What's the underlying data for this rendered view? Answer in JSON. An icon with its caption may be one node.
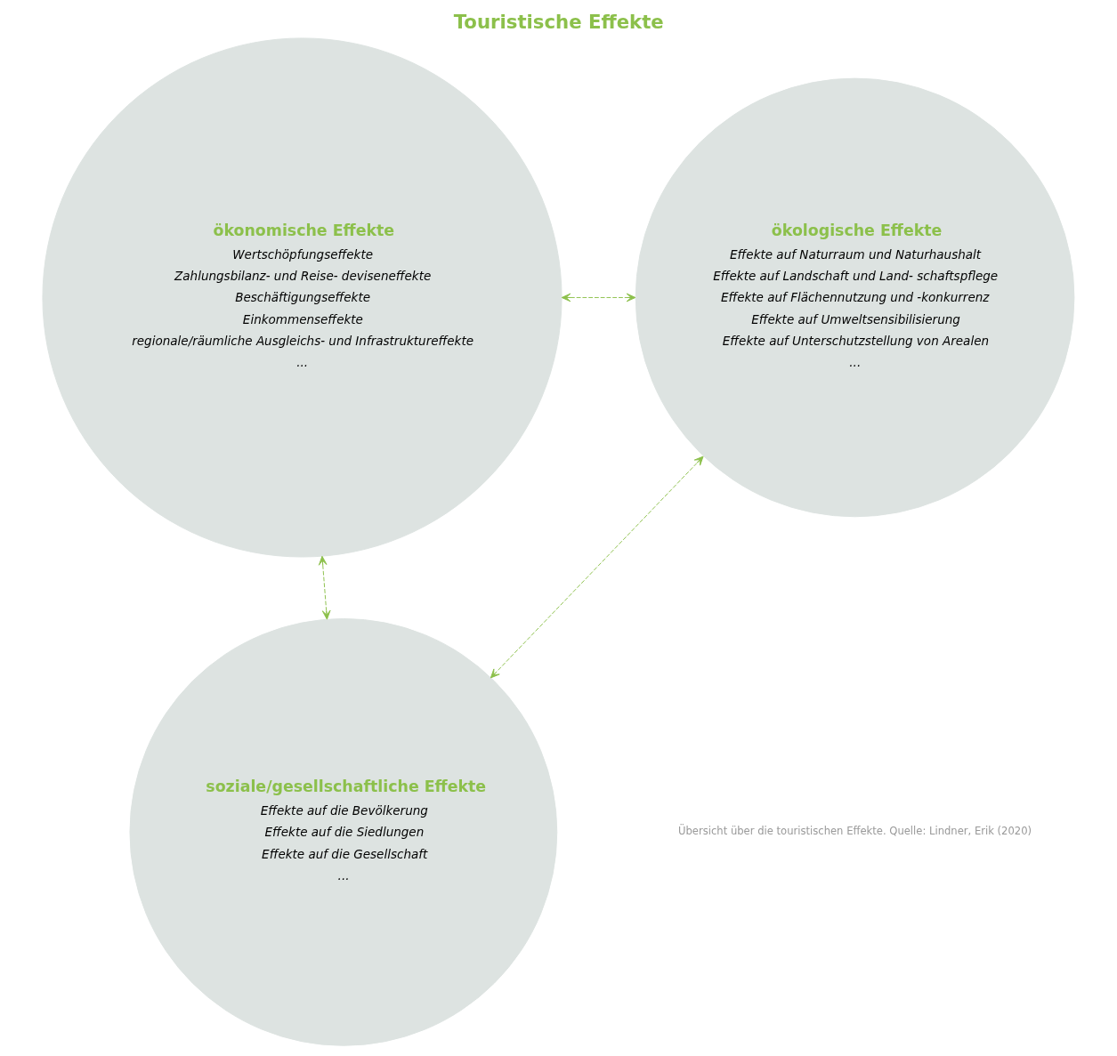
{
  "diagram": {
    "title": "Touristische Effekte",
    "caption": "Übersicht über die touristischen Effekte. Quelle: Lindner, Erik (2020)",
    "nodes": [
      {
        "text": [
          "ökonomische Effekte",
          "Wertschöpfungseffekte",
          "Zahlungsbilanz- und Reise- deviseneffekte",
          "Beschäftigungseffekte",
          "Einkommenseffekte",
          "regionale/räumliche Ausgleichs- und Infrastruktureffekte",
          "..."
        ]
      },
      {
        "text": [
          "ökologische Effekte",
          "Effekte auf Naturraum und Naturhaushalt",
          "Effekte auf Landschaft und Land- schaftspflege",
          "Effekte auf Flächennutzung und -konkurrenz",
          "Effekte auf Umweltsensibilisierung",
          "Effekte auf Unterschutzstellung von Arealen",
          "..."
        ]
      },
      {
        "text": [
          "soziale/gesellschaftliche Effekte",
          "Effekte auf die Bevölkerung",
          "Effekte auf die Siedlungen",
          "Effekte auf die Gesellschaft",
          "..."
        ]
      }
    ],
    "edges": [
      {
        "from": 0,
        "to": 1,
        "arrow": "both",
        "style": "dashed"
      },
      {
        "from": 0,
        "to": 2,
        "arrow": "both",
        "style": "dashed"
      },
      {
        "from": 1,
        "to": 2,
        "arrow": "both",
        "style": "dashed"
      }
    ]
  }
}
